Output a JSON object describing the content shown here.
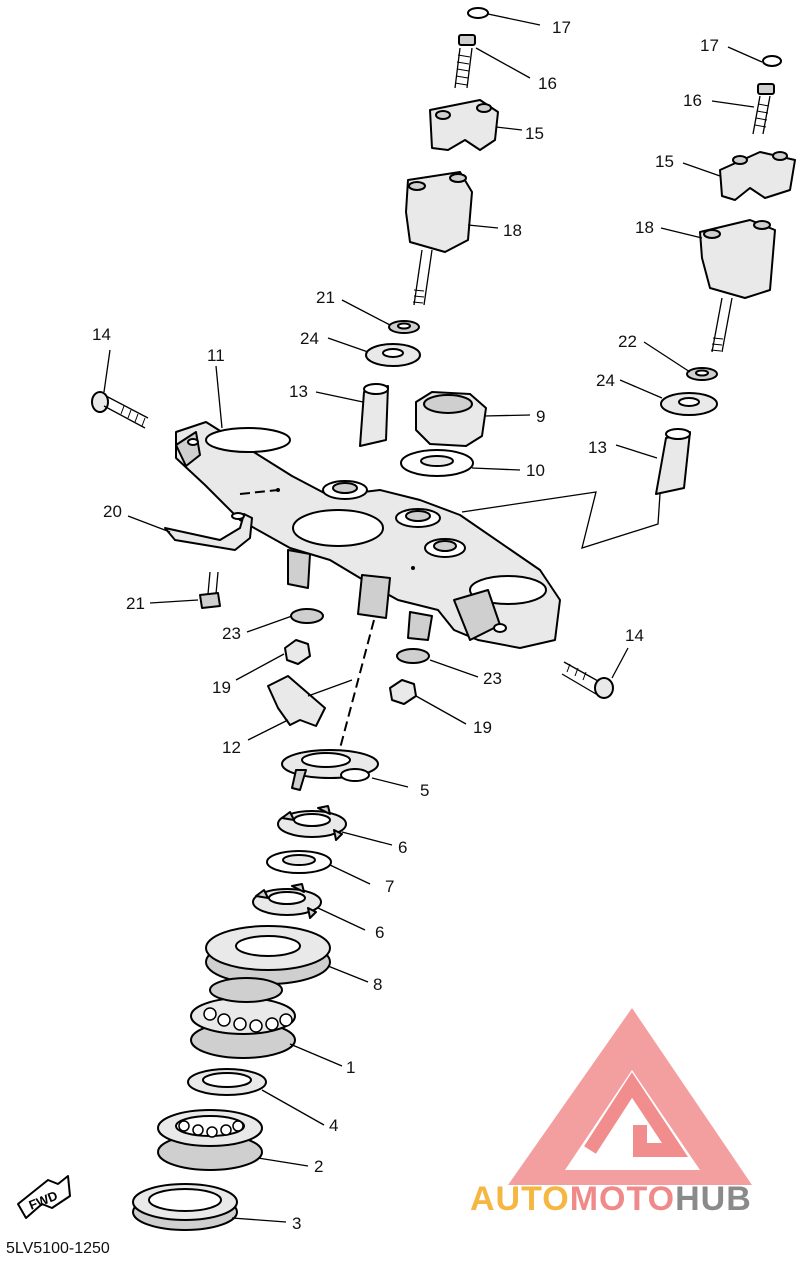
{
  "diagram": {
    "code": "5LV5100-1250",
    "fwd_label": "FWD",
    "labels": {
      "l17a": "17",
      "l16a": "16",
      "l15a": "15",
      "l18a": "18",
      "l17b": "17",
      "l16b": "16",
      "l15b": "15",
      "l18b": "18",
      "l21a": "21",
      "l24a": "24",
      "l22": "22",
      "l24b": "24",
      "l14a": "14",
      "l11": "11",
      "l13a": "13",
      "l9": "9",
      "l10": "10",
      "l13b": "13",
      "l20": "20",
      "l21b": "21",
      "l23a": "23",
      "l19a": "19",
      "l12": "12",
      "l23b": "23",
      "l19b": "19",
      "l14b": "14",
      "l5": "5",
      "l6a": "6",
      "l7": "7",
      "l6b": "6",
      "l8": "8",
      "l1": "1",
      "l4": "4",
      "l2": "2",
      "l3": "3"
    }
  },
  "watermark": {
    "text_orange": "AUTO",
    "text_pink": "MOTO",
    "text_gray": "HUB",
    "colors": {
      "orange": "#f5b642",
      "pink": "#f08a8a",
      "gray": "#8a8a8a",
      "logo": "#f07a7a"
    }
  }
}
